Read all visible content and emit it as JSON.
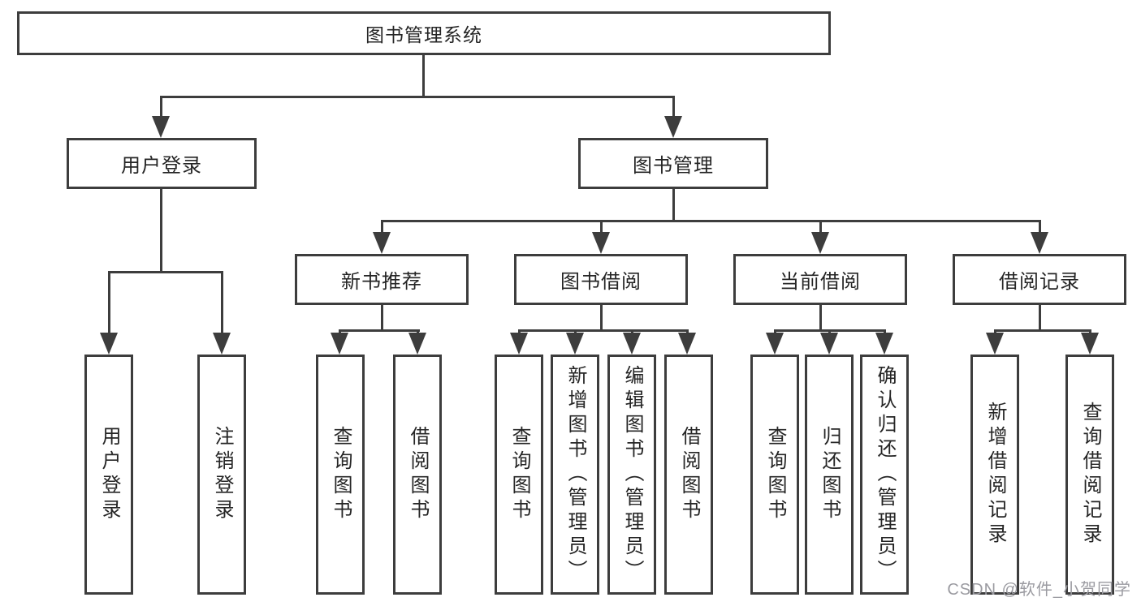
{
  "diagram": {
    "watermark": "CSDN @软件_小贺同学",
    "colors": {
      "line": "#3d3d3d",
      "background": "#ffffff",
      "box_fill": "#ffffff",
      "text": "#252525",
      "watermark": "#9b9ba1"
    },
    "tree": {
      "root": "图书管理系统",
      "children": [
        {
          "label": "用户登录",
          "leaves": [
            "用户登录",
            "注销登录"
          ]
        },
        {
          "label": "图书管理",
          "children": [
            {
              "label": "新书推荐",
              "leaves": [
                "查询图书",
                "借阅图书"
              ]
            },
            {
              "label": "图书借阅",
              "leaves": [
                "查询图书",
                "新增图书（管理员）",
                "编辑图书（管理员）",
                "借阅图书"
              ]
            },
            {
              "label": "当前借阅",
              "leaves": [
                "查询图书",
                "归还图书",
                "确认归还（管理员）"
              ]
            },
            {
              "label": "借阅记录",
              "leaves": [
                "新增借阅记录",
                "查询借阅记录"
              ]
            }
          ]
        }
      ]
    }
  }
}
